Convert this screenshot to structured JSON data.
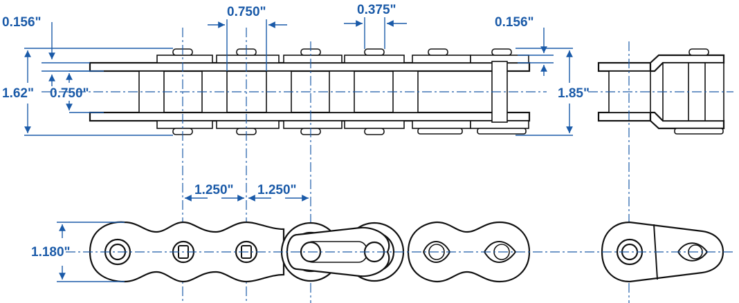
{
  "dimensions": {
    "side_plate_thickness_top_left": "0.156\"",
    "pin_spacing_top": "0.750\"",
    "roller_width": "0.375\"",
    "side_plate_thickness_top_right": "0.156\"",
    "overall_width_riveted": "1.62\"",
    "inner_width": "0.750\"",
    "overall_width_cottered": "1.85\"",
    "pitch_1": "1.250\"",
    "pitch_2": "1.250\"",
    "plate_height": "1.180\""
  },
  "colors": {
    "dimension_blue": "#1a5aa8",
    "outline_black": "#111111"
  }
}
